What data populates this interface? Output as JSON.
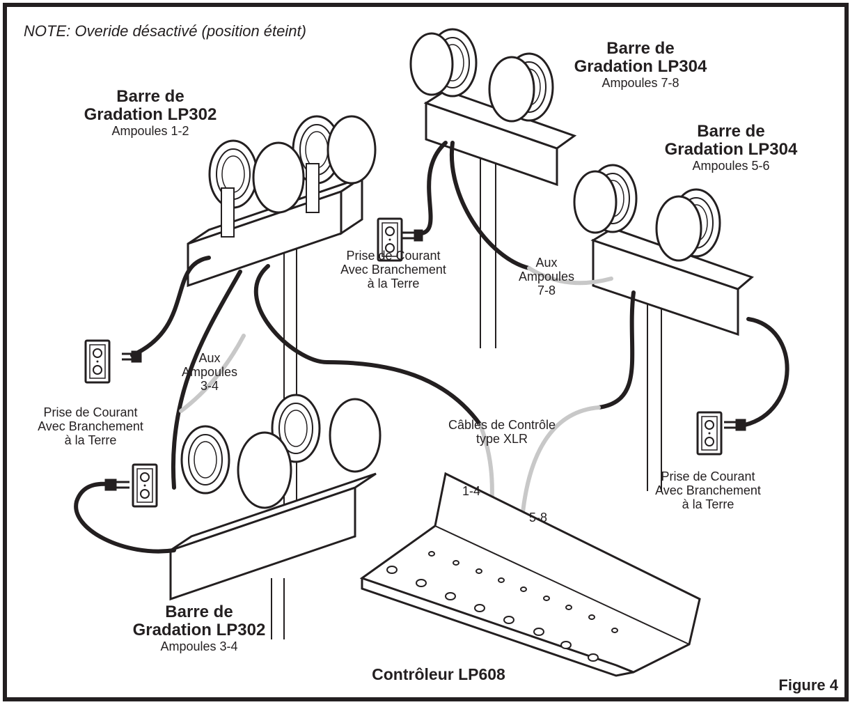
{
  "note": "NOTE: Overide désactivé (position éteint)",
  "figure_label": "Figure 4",
  "bars": [
    {
      "title_line1": "Barre de",
      "title_line2": "Gradation LP302",
      "bulbs": "Ampoules 1-2"
    },
    {
      "title_line1": "Barre de",
      "title_line2": "Gradation LP304",
      "bulbs": "Ampoules 7-8"
    },
    {
      "title_line1": "Barre de",
      "title_line2": "Gradation LP304",
      "bulbs": "Ampoules 5-6"
    },
    {
      "title_line1": "Barre de",
      "title_line2": "Gradation LP302",
      "bulbs": "Ampoules 3-4"
    }
  ],
  "outlets": [
    {
      "line1": "Prise de Courant",
      "line2": "Avec Branchement",
      "line3": "à la Terre"
    },
    {
      "line1": "Prise de Courant",
      "line2": "Avec Branchement",
      "line3": "à la Terre"
    },
    {
      "line1": "Prise de Courant",
      "line2": "Avec Branchement",
      "line3": "à la Terre"
    }
  ],
  "aux_labels": [
    {
      "line1": "Aux",
      "line2": "Ampoules",
      "line3": "3-4"
    },
    {
      "line1": "Aux",
      "line2": "Ampoules",
      "line3": "7-8"
    }
  ],
  "cable_label": {
    "line1": "Câbles de Contrôle",
    "line2": "type XLR"
  },
  "channel_labels": [
    "1-4",
    "5-8"
  ],
  "controller_label": "Contrôleur LP608",
  "colors": {
    "ink": "#231f20",
    "xlr_cable": "#c8c8c8",
    "background": "#ffffff"
  }
}
